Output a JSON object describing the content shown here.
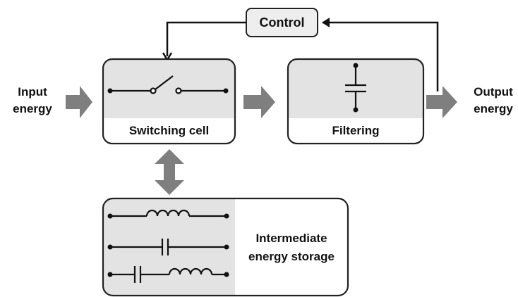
{
  "blocks": {
    "control": "Control",
    "switching_cell": "Switching cell",
    "filtering": "Filtering",
    "storage_line1": "Intermediate",
    "storage_line2": "energy storage"
  },
  "io": {
    "input_line1": "Input",
    "input_line2": "energy",
    "output_line1": "Output",
    "output_line2": "energy"
  },
  "colors": {
    "block_fill": "#e3e3e3",
    "block_border": "#222222",
    "arrow_fill": "#7f7f7f",
    "line": "#111111"
  }
}
